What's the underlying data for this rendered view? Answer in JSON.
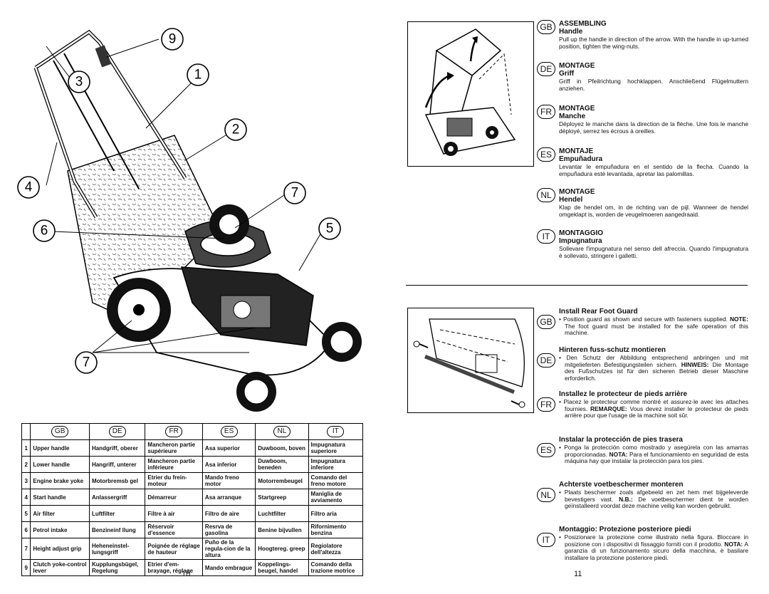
{
  "left_page": {
    "callouts": [
      "1",
      "2",
      "3",
      "4",
      "5",
      "6",
      "7",
      "7",
      "9"
    ],
    "table": {
      "headers": [
        "GB",
        "DE",
        "FR",
        "ES",
        "NL",
        "IT"
      ],
      "rows": [
        {
          "num": "1",
          "gb": "Upper handle",
          "de": "Handgriff, oberer",
          "fr": "Mancheron partie supérieure",
          "es": "Asa superior",
          "nl": "Duwboom, boven",
          "it": "Impugnatura superiore"
        },
        {
          "num": "2",
          "gb": "Lower handle",
          "de": "Hangriff, unterer",
          "fr": "Mancheron partie inférieure",
          "es": "Asa inferior",
          "nl": "Duwboom, beneden",
          "it": "Impugnatura inferiore"
        },
        {
          "num": "3",
          "gb": "Engine brake yoke",
          "de": "Motorbremsb gel",
          "fr": "Etrier du frein-moteur",
          "es": "Mando freno motor",
          "nl": "Motorrembeugel",
          "it": "Comando del freno motore"
        },
        {
          "num": "4",
          "gb": "Start handle",
          "de": "Anlassergriff",
          "fr": "Démarreur",
          "es": "Asa arranque",
          "nl": "Startgreep",
          "it": "Maniglia de avviamento"
        },
        {
          "num": "5",
          "gb": "Air filter",
          "de": "Luftfilter",
          "fr": "Filtre à air",
          "es": "Filtro de aire",
          "nl": "Luchtfilter",
          "it": "Filtro aria"
        },
        {
          "num": "6",
          "gb": "Petrol intake",
          "de": "Benzineinf llung",
          "fr": "Réservoir d'essence",
          "es": "Resrva de gasolina",
          "nl": "Benine bijvullen",
          "it": "Rifornimento benzina"
        },
        {
          "num": "7",
          "gb": "Height adjust grip",
          "de": "Heheneinstel-lungsgriff",
          "fr": "Poignée de réglage de hauteur",
          "es": "Puño de la regula-cion de la altura",
          "nl": "Hoogtereg. greep",
          "it": "Regiolatore dell'altezza"
        },
        {
          "num": "9",
          "gb": "Clutch yoke-control lever",
          "de": "Kupplungsbügel, Regelung",
          "fr": "Etrier d'em-brayage, réglage",
          "es": "Mando embrague",
          "nl": "Koppelings-beugel, handel",
          "it": "Comando della trazione motrice"
        }
      ]
    },
    "page_number": "10"
  },
  "right_page": {
    "assembling": [
      {
        "lang": "GB",
        "title": "ASSEMBLING",
        "subtitle": "Handle",
        "text": "Pull up the handle in direction of the arrow. With the handle in up-turned position, tighten the wing-nuts."
      },
      {
        "lang": "DE",
        "title": "MONTAGE",
        "subtitle": "Griff",
        "text": "Griff in Pfeilrichtung hochklappen. Anschließend Flügelmuttern anziehen."
      },
      {
        "lang": "FR",
        "title": "MONTAGE",
        "subtitle": "Manche",
        "text": "Déployez le manche dans la direction de la flèche. Une fois le manche déployé, serrez les écrous à oreilles."
      },
      {
        "lang": "ES",
        "title": "MONTAJE",
        "subtitle": "Empuñadura",
        "text": "Levantar le empuñadura en el sentido de la flecha. Cuando la empuñadura esté levantada, apretar las palomillas."
      },
      {
        "lang": "NL",
        "title": "MONTAGE",
        "subtitle": "Hendel",
        "text": "Klap de hendel om, in de richting van de pijl. Wanneer de hendel omgeklapt is, worden de veugelmoeren aangedraaid."
      },
      {
        "lang": "IT",
        "title": "MONTAGGIO",
        "subtitle": "Impugnatura",
        "text": "Sollevare l'impugnatura nel senso dell afreccia. Quando l'impugnatura è sollevato, stringere i galletti."
      }
    ],
    "foot_guard": [
      {
        "lang": "GB",
        "title": "Install Rear Foot Guard",
        "bullet": "•",
        "text": "Position guard as shown and secure with fasteners supplied.",
        "note_label": "NOTE:",
        "note": "The foot guard must be installed for the safe operation of this machine."
      },
      {
        "lang": "DE",
        "title": "Hinteren fuss-schutz montieren",
        "bullet": "•",
        "text": "Den Schutz der Abbildung entsprechend anbringen und mit mitgelieferten Befestigungsteilen sichern.",
        "note_label": "HINWEIS:",
        "note": "Die Montage des Fußschutzes ist für den sicheren Betrieb dieser Maschine erforderlich."
      },
      {
        "lang": "FR",
        "title": "Installez le protecteur de pieds arrière",
        "bullet": "•",
        "text": "Placez le protecteur comme montré et assurez-le avec les attaches fournies.",
        "note_label": "REMARQUE:",
        "note": "Vous devez installer le protecteur de pieds arrière pour que l'usage de la machine soit sûr."
      },
      {
        "lang": "ES",
        "title": "Instalar la protección de pies trasera",
        "bullet": "•",
        "text": "Ponga la protección como mostrado y asegúrela con las amarras proporcionadas.",
        "note_label": "NOTA:",
        "note": "Para el funcionamiento en seguridad de esta máquina hay que instalar la protección para los pies."
      },
      {
        "lang": "NL",
        "title": "Achterste voetbeschermer monteren",
        "bullet": "•",
        "text": "Plaats beschermer zoals afgebeeld en zet hem met bijgeleverde bevestigers vast.",
        "note_label": "N.B.:",
        "note": "De voetbeschermer dient te worden geïnstalleerd voordat deze machine veilig kan worden gebruikt."
      },
      {
        "lang": "IT",
        "title": "Montaggio: Protezione posteriore piedi",
        "bullet": "•",
        "text": "Posizionare la protezione come illustrato nella figura. Bloccare in posizione con i dispositivi di fissaggio forniti con il prodotto.",
        "note_label": "NOTA:",
        "note": "A garanzia di un funzionamento sicuro della macchina, è basilare installare la protezione posteriore piedi."
      }
    ],
    "page_number": "11"
  }
}
